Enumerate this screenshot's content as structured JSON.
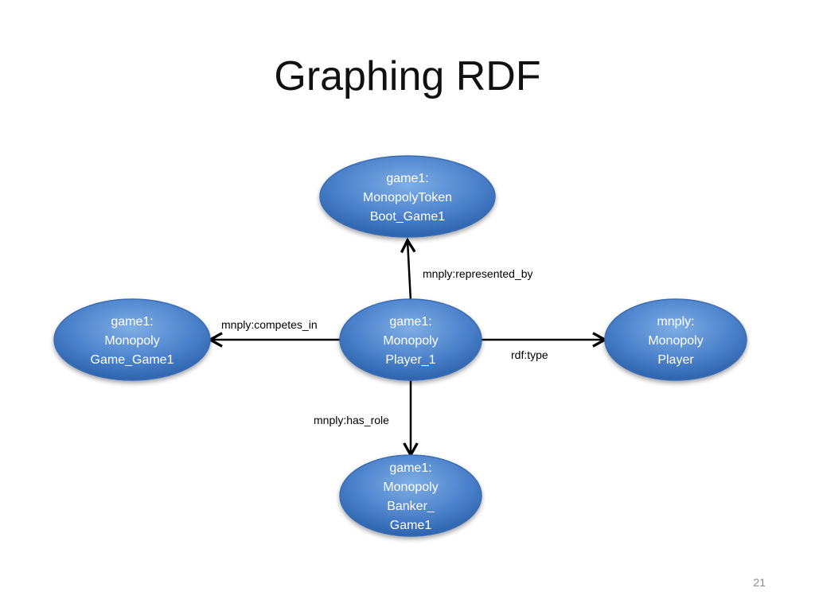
{
  "slide": {
    "title": "Graphing RDF",
    "page_number": "21"
  },
  "nodes": {
    "token_boot": {
      "lines": [
        "game1:",
        "MonopolyToken",
        "Boot_Game1"
      ]
    },
    "player_1": {
      "lines": [
        "game1:",
        "Monopoly",
        "Player_1"
      ]
    },
    "game_game1": {
      "lines": [
        "game1:",
        "Monopoly",
        "Game_Game1"
      ]
    },
    "mnply_player": {
      "lines": [
        "mnply:",
        "Monopoly",
        "Player"
      ]
    },
    "banker_game1": {
      "lines": [
        "game1:",
        "Monopoly",
        "Banker_",
        "Game1"
      ]
    }
  },
  "edges": {
    "represented_by": "mnply:represented_by",
    "competes_in": "mnply:competes_in",
    "rdf_type": "rdf:type",
    "has_role": "mnply:has_role"
  },
  "colors": {
    "node_fill_light": "#6fa0df",
    "node_fill_dark": "#2f67b3",
    "node_stroke": "#3a6db3",
    "arrow": "#000000"
  }
}
